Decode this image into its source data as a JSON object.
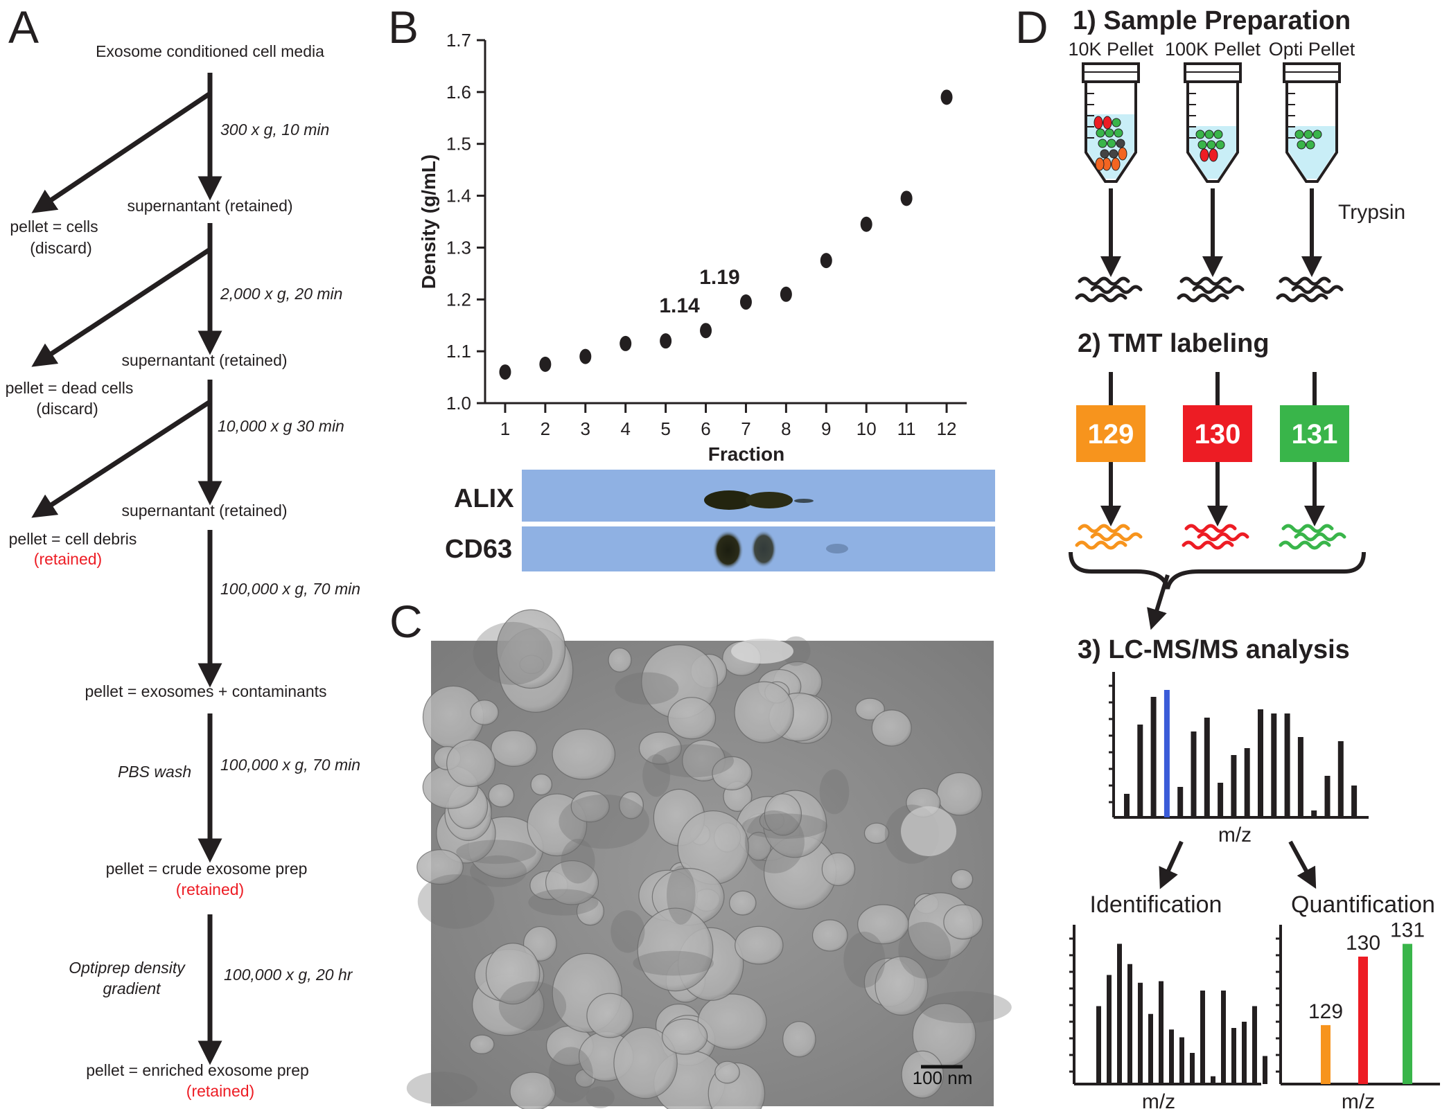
{
  "colors": {
    "ink": "#231f20",
    "retained_red": "#ed1c24",
    "tag_129": "#f7941d",
    "tag_130": "#ed1c24",
    "tag_131": "#39b54a",
    "blot_bg": "#8fb1e3",
    "blue_peak": "#3a5bd8",
    "tube_liquid": "#c9eef7"
  },
  "panel_a": {
    "letter": "A",
    "start": "Exosome conditioned cell media",
    "steps": [
      {
        "spin": "300 x g, 10 min",
        "side_line1": "pellet = cells",
        "side_line2": "(discard)",
        "product": "supernantant (retained)"
      },
      {
        "spin": "2,000 x g, 20 min",
        "side_line1": "pellet = dead cells",
        "side_line2": "(discard)",
        "product": "supernantant (retained)"
      },
      {
        "spin": "10,000 x g 30 min",
        "side_line1": "pellet = cell debris",
        "side_line2": "(retained)",
        "product": "supernantant (retained)"
      }
    ],
    "spin4": "100,000 x g, 70 min",
    "product4": "pellet = exosomes + contaminants",
    "wash_label": "PBS wash",
    "spin5": "100,000 x g, 70 min",
    "product5_line1": "pellet = crude exosome prep",
    "product5_line2": "(retained)",
    "gradient_line1": "Optiprep density",
    "gradient_line2": "gradient",
    "spin6": "100,000 x g, 20 hr",
    "product6_line1": "pellet =  enriched exosome prep",
    "product6_line2": "(retained)"
  },
  "panel_b": {
    "letter": "B",
    "blot_labels": [
      "ALIX",
      "CD63"
    ]
  },
  "chart_data": {
    "type": "scatter",
    "title": "",
    "xlabel": "Fraction",
    "ylabel": "Density (g/mL)",
    "x": [
      1,
      2,
      3,
      4,
      5,
      6,
      7,
      8,
      9,
      10,
      11,
      12
    ],
    "y": [
      1.06,
      1.075,
      1.09,
      1.115,
      1.12,
      1.14,
      1.195,
      1.21,
      1.275,
      1.345,
      1.395,
      1.59
    ],
    "xlim": [
      0.5,
      12.5
    ],
    "ylim": [
      1.0,
      1.7
    ],
    "yticks": [
      "1.0",
      "1.1",
      "1.2",
      "1.3",
      "1.4",
      "1.5",
      "1.6",
      "1.7"
    ],
    "xticks": [
      "1",
      "2",
      "3",
      "4",
      "5",
      "6",
      "7",
      "8",
      "9",
      "10",
      "11",
      "12"
    ],
    "grid": false,
    "annotations": [
      {
        "text": "1.14",
        "x": 6,
        "y": 1.14
      },
      {
        "text": "1.19",
        "x": 7,
        "y": 1.195
      }
    ]
  },
  "panel_c": {
    "letter": "C",
    "scale_bar": "100 nm"
  },
  "panel_d": {
    "letter": "D",
    "step1": "1) Sample Preparation",
    "tubes": [
      "10K Pellet",
      "100K Pellet",
      "Opti Pellet"
    ],
    "enzyme": "Trypsin",
    "step2": "2) TMT labeling",
    "tags": [
      "129",
      "130",
      "131"
    ],
    "step3": "3) LC-MS/MS analysis",
    "mz_label": "m/z",
    "identification": "Identification",
    "quantification": "Quantification",
    "spectrum_peaks": [
      0.17,
      0.67,
      0.87,
      0.92,
      0.22,
      0.62,
      0.72,
      0.25,
      0.45,
      0.5,
      0.78,
      0.75,
      0.75,
      0.58,
      0.05,
      0.3,
      0.55,
      0.23
    ],
    "ident_peaks": [
      0.5,
      0.7,
      0.9,
      0.77,
      0.65,
      0.45,
      0.66,
      0.35,
      0.3,
      0.2,
      0.6,
      0.05,
      0.6,
      0.36,
      0.4,
      0.5,
      0.18
    ],
    "quant_levels": {
      "129": 0.37,
      "130": 0.8,
      "131": 0.88
    }
  }
}
